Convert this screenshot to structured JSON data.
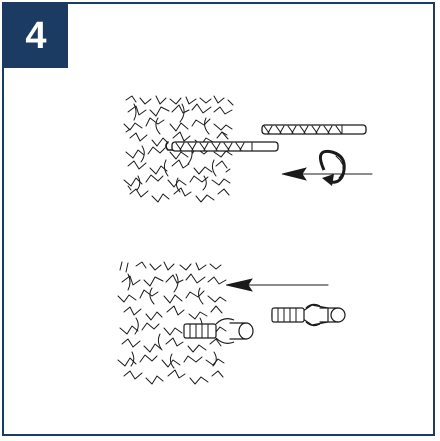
{
  "step": {
    "number": "4"
  },
  "colors": {
    "frame": "#1b3b62",
    "badge_background": "#1b3b62",
    "badge_text": "#ffffff",
    "ink": "#1a1a1a"
  },
  "illustrations": {
    "top_panel": {
      "depicts": "drill-bit-into-masonry",
      "icons": [
        "masonry-wall-icon",
        "drill-bit-icon",
        "drill-bit-in-hole-icon",
        "insertion-arrow-icon",
        "rotation-arrow-icon"
      ]
    },
    "bottom_panel": {
      "depicts": "wall-plug-into-masonry",
      "icons": [
        "masonry-wall-icon",
        "insertion-arrow-icon",
        "wall-plug-icon",
        "wall-plug-in-hole-icon"
      ]
    }
  }
}
